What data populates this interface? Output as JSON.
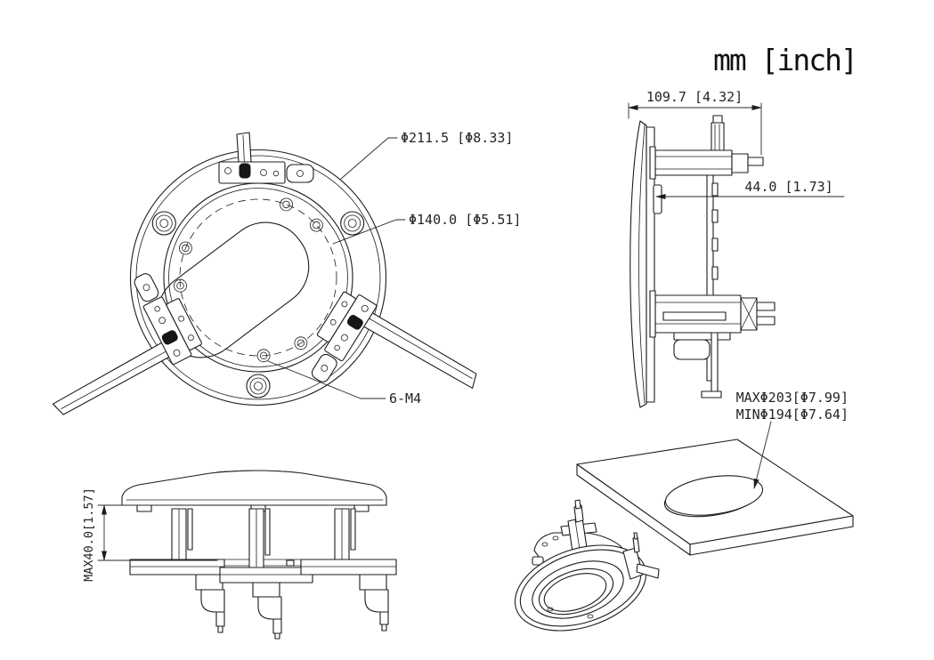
{
  "units_label": "mm [inch]",
  "front": {
    "labels": {
      "dia_outer": "Φ211.5 [Φ8.33]",
      "dia_bolt_circle": "Φ140.0 [Φ5.51]",
      "screws": "6-M4"
    }
  },
  "side": {
    "labels": {
      "depth_total": "109.7 [4.32]",
      "depth_recess": "44.0 [1.73]"
    }
  },
  "elevation": {
    "labels": {
      "clamp_range": "MAX40.0[1.57]"
    }
  },
  "install": {
    "labels": {
      "hole_max": "MAXΦ203[Φ7.99]",
      "hole_min": "MINΦ194[Φ7.64]"
    }
  }
}
